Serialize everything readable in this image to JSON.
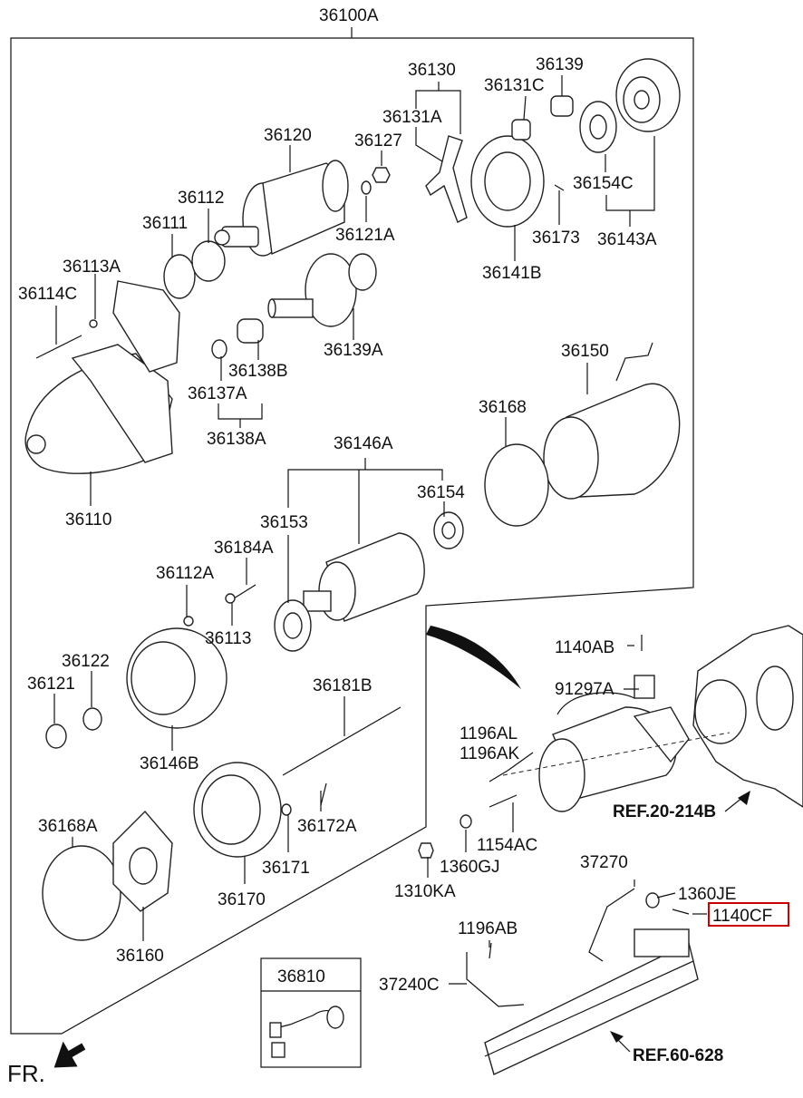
{
  "diagram": {
    "assembly_label": "36100A",
    "fr_label": "FR.",
    "ref_labels": [
      "REF.20-214B",
      "REF.60-628"
    ],
    "highlight_color": "#cc0000",
    "parts": [
      "36130",
      "36139",
      "36131C",
      "36131A",
      "36120",
      "36127",
      "36112",
      "36111",
      "36121A",
      "36154C",
      "36173",
      "36143A",
      "36141B",
      "36113A",
      "36114C",
      "36139A",
      "36138B",
      "36137A",
      "36138A",
      "36150",
      "36168",
      "36110",
      "36146A",
      "36154",
      "36153",
      "36184A",
      "36112A",
      "36113",
      "36122",
      "36121",
      "36181B",
      "36146B",
      "36172A",
      "36171",
      "36170",
      "36168A",
      "36160",
      "36810",
      "1140AB",
      "91297A",
      "1196AL",
      "1196AK",
      "1154AC",
      "1360GJ",
      "1310KA",
      "37270",
      "1360JE",
      "1140CF",
      "1196AB",
      "37240C"
    ]
  }
}
